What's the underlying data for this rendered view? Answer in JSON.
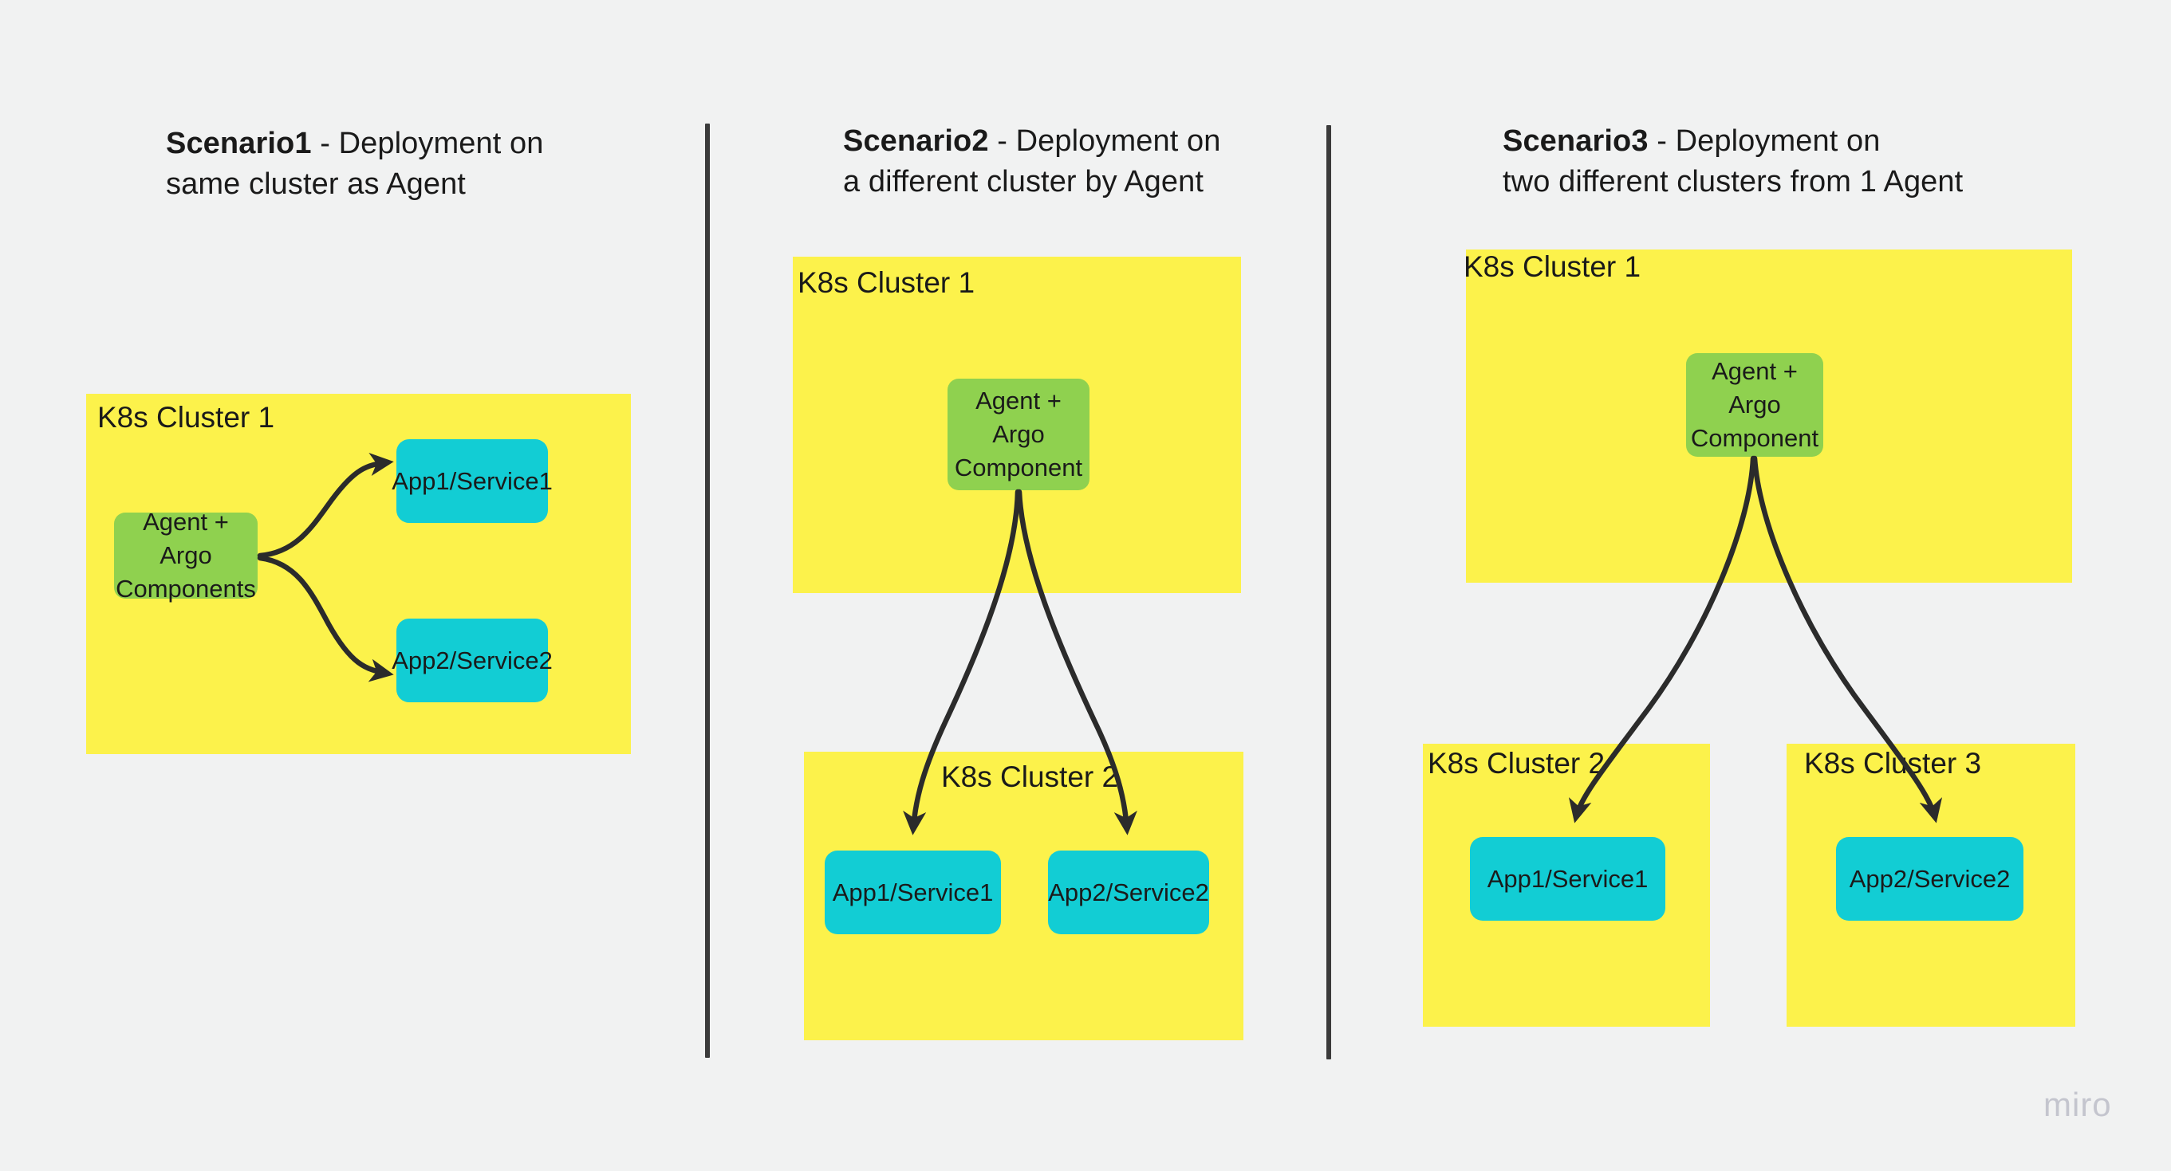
{
  "watermark": {
    "label": "miro"
  },
  "scenarios": [
    {
      "id": "scenario1",
      "title_strong": "Scenario1",
      "title_rest": " - Deployment on\nsame cluster as Agent",
      "clusters": [
        {
          "id": "s1-cluster1",
          "label": "K8s Cluster 1"
        }
      ],
      "nodes": [
        {
          "id": "s1-agent",
          "label": "Agent + Argo\nComponents",
          "kind": "agent",
          "color": "#8FD14F"
        },
        {
          "id": "s1-app1",
          "label": "App1/Service1",
          "kind": "app",
          "color": "#12CDD4"
        },
        {
          "id": "s1-app2",
          "label": "App2/Service2",
          "kind": "app",
          "color": "#12CDD4"
        }
      ],
      "edges": [
        {
          "from": "s1-agent",
          "to": "s1-app1"
        },
        {
          "from": "s1-agent",
          "to": "s1-app2"
        }
      ]
    },
    {
      "id": "scenario2",
      "title_strong": "Scenario2",
      "title_rest": " - Deployment on\na different cluster by Agent",
      "clusters": [
        {
          "id": "s2-cluster1",
          "label": "K8s Cluster 1"
        },
        {
          "id": "s2-cluster2",
          "label": "K8s Cluster 2"
        }
      ],
      "nodes": [
        {
          "id": "s2-agent",
          "label": "Agent +\nArgo\nComponent",
          "kind": "agent",
          "color": "#8FD14F"
        },
        {
          "id": "s2-app1",
          "label": "App1/Service1",
          "kind": "app",
          "color": "#12CDD4"
        },
        {
          "id": "s2-app2",
          "label": "App2/Service2",
          "kind": "app",
          "color": "#12CDD4"
        }
      ],
      "edges": [
        {
          "from": "s2-agent",
          "to": "s2-app1"
        },
        {
          "from": "s2-agent",
          "to": "s2-app2"
        }
      ]
    },
    {
      "id": "scenario3",
      "title_strong": "Scenario3",
      "title_rest": " - Deployment on\ntwo different clusters from 1 Agent",
      "clusters": [
        {
          "id": "s3-cluster1",
          "label": "K8s Cluster 1"
        },
        {
          "id": "s3-cluster2",
          "label": "K8s Cluster 2"
        },
        {
          "id": "s3-cluster3",
          "label": "K8s Cluster 3"
        }
      ],
      "nodes": [
        {
          "id": "s3-agent",
          "label": "Agent +\nArgo\nComponent",
          "kind": "agent",
          "color": "#8FD14F"
        },
        {
          "id": "s3-app1",
          "label": "App1/Service1",
          "kind": "app",
          "color": "#12CDD4"
        },
        {
          "id": "s3-app2",
          "label": "App2/Service2",
          "kind": "app",
          "color": "#12CDD4"
        }
      ],
      "edges": [
        {
          "from": "s3-agent",
          "to": "s3-app1"
        },
        {
          "from": "s3-agent",
          "to": "s3-app2"
        }
      ]
    }
  ],
  "colors": {
    "background": "#F1F2F2",
    "cluster_yellow": "#FCF24B",
    "agent_green": "#8FD14F",
    "app_cyan": "#12CDD4",
    "arrow_dark": "#2B2B2B",
    "divider_dark": "#3B3B3B",
    "text_dark": "#1A1A1A",
    "watermark_gray": "#C4C5CE"
  }
}
